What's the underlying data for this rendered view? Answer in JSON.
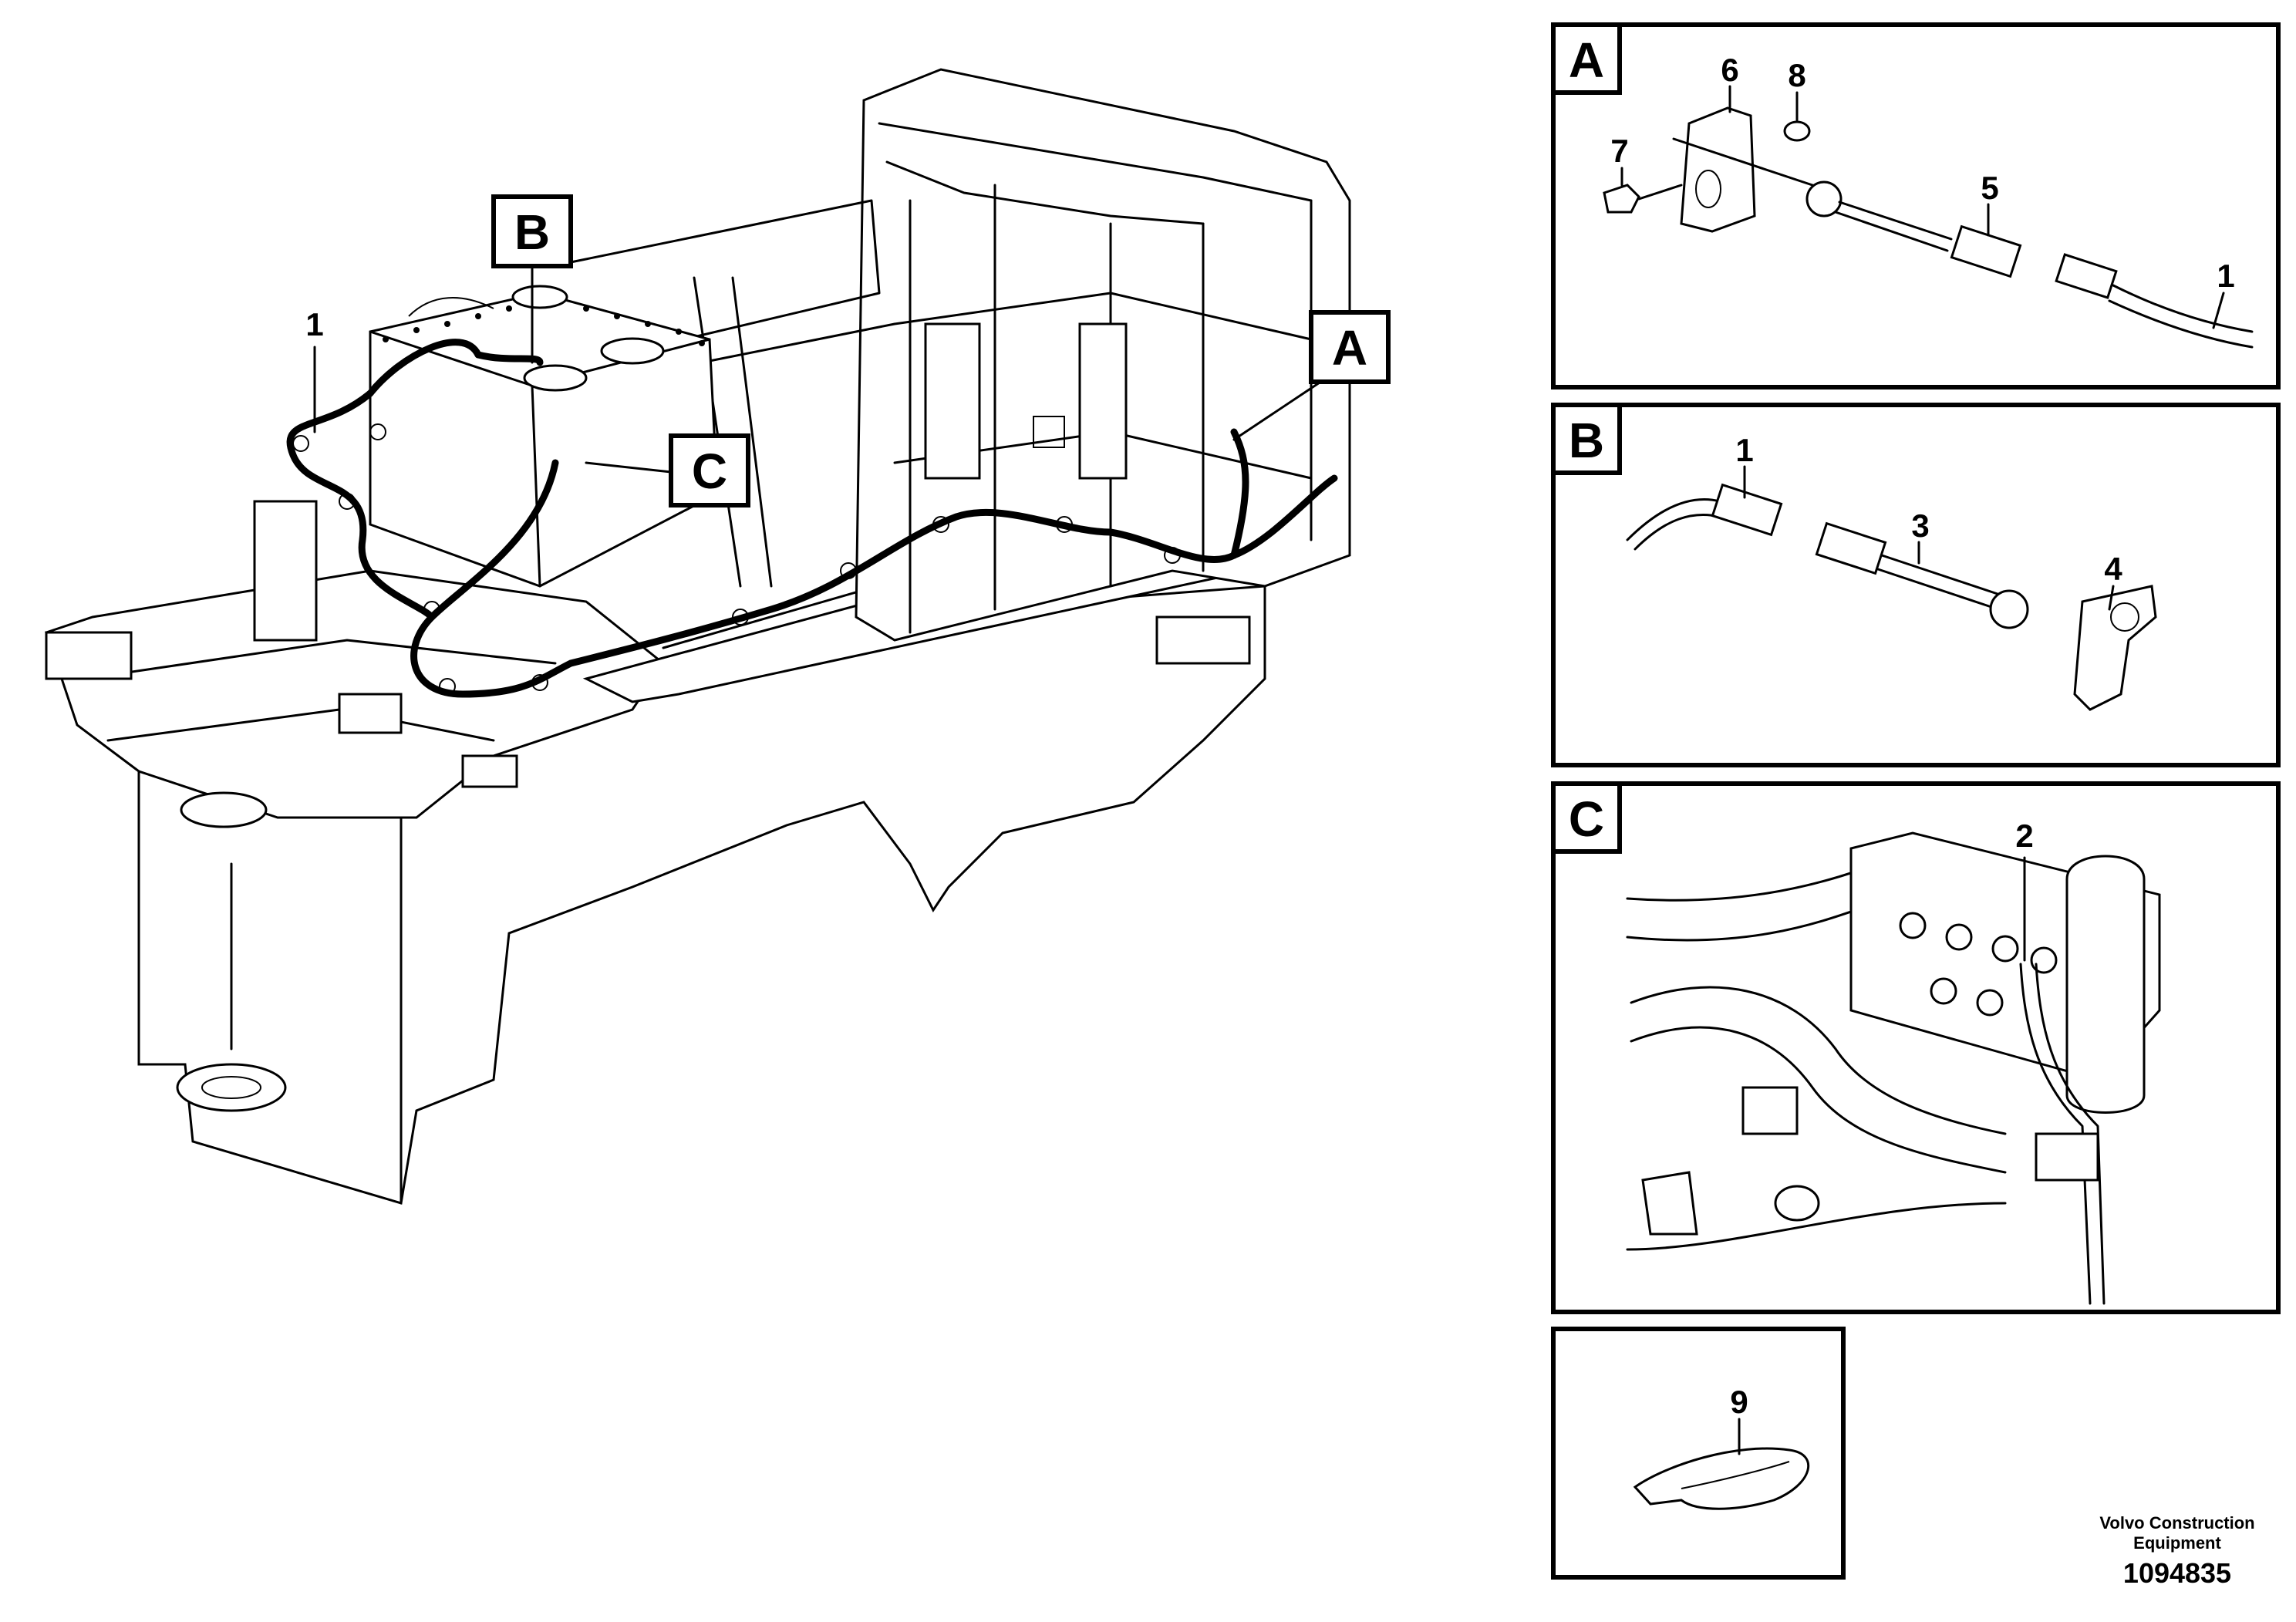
{
  "main_view": {
    "callouts": {
      "harness": "1"
    },
    "detail_tags": {
      "a": "A",
      "b": "B",
      "c": "C"
    }
  },
  "detail_a": {
    "tag": "A",
    "callouts": {
      "harness": "1",
      "connector": "5",
      "bracket": "6",
      "screw": "7",
      "nut": "8"
    }
  },
  "detail_b": {
    "tag": "B",
    "callouts": {
      "harness": "1",
      "connector": "3",
      "bracket": "4"
    }
  },
  "detail_c": {
    "tag": "C",
    "callouts": {
      "cable": "2"
    }
  },
  "detail_tie": {
    "callouts": {
      "cable_tie": "9"
    }
  },
  "footer": {
    "brand_line1": "Volvo Construction",
    "brand_line2": "Equipment",
    "doc_number": "1094835"
  }
}
